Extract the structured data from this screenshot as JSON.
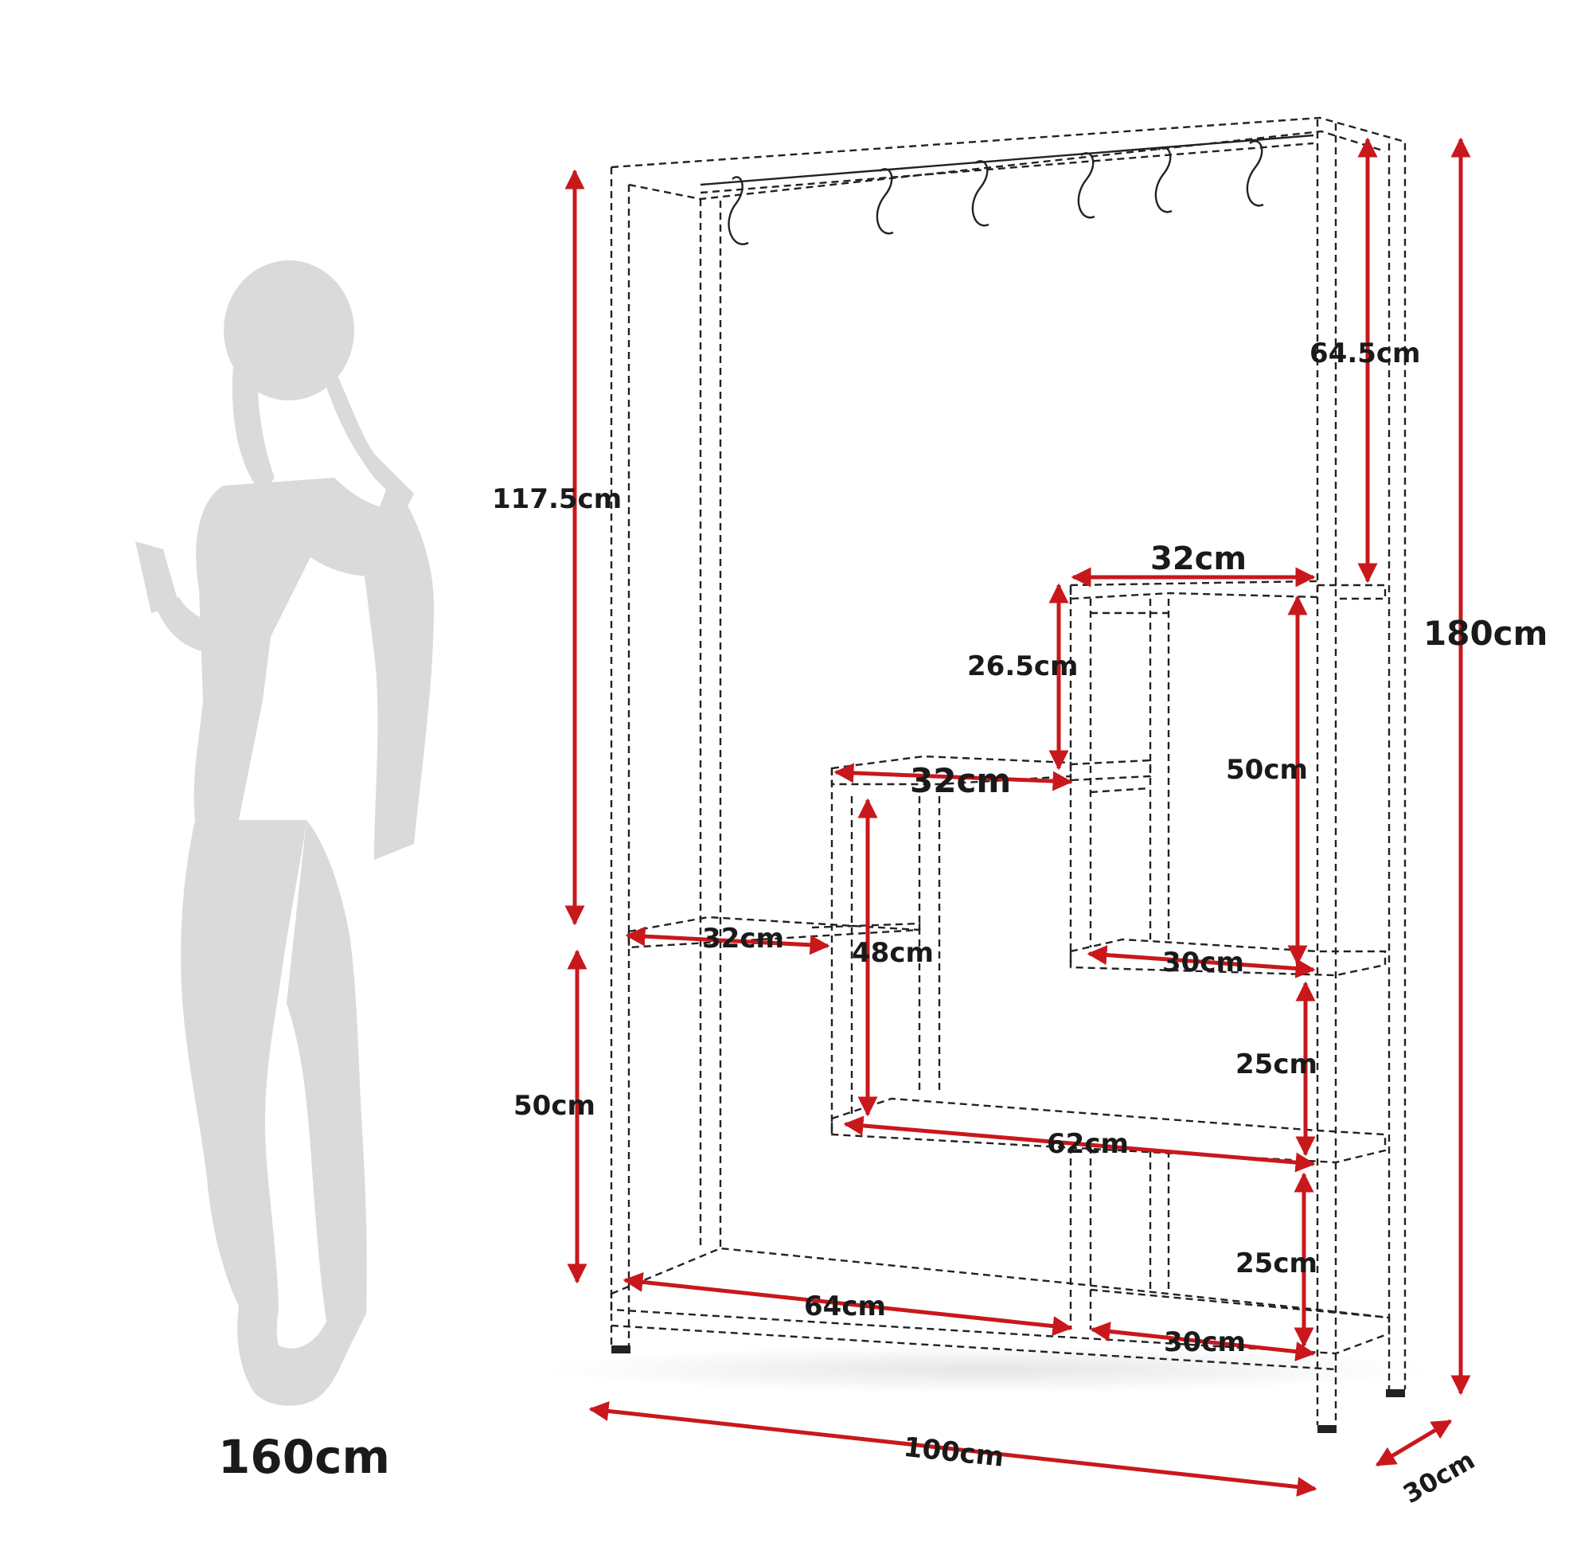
{
  "diagram": {
    "accent_color": "#c8181c",
    "person": {
      "height_label": "160cm"
    },
    "dimensions": {
      "overall_height": "180cm",
      "overall_width": "100cm",
      "overall_depth": "30cm",
      "hanging_height": "117.5cm",
      "lower_left_height": "50cm",
      "right_upper_height": "64.5cm",
      "top_shelf_width": "32cm",
      "upper_right_section_height": "50cm",
      "step_height": "26.5cm",
      "mid_shelf_width": "32cm",
      "left_shelf_width": "32cm",
      "middle_section_height": "48cm",
      "right_shelf_width": "30cm",
      "right_lower_height_1": "25cm",
      "long_shelf_width": "62cm",
      "right_lower_height_2": "25cm",
      "bottom_left_width": "64cm",
      "bottom_right_width": "30cm"
    },
    "icons": {
      "hook": "s-hook-icon"
    }
  }
}
